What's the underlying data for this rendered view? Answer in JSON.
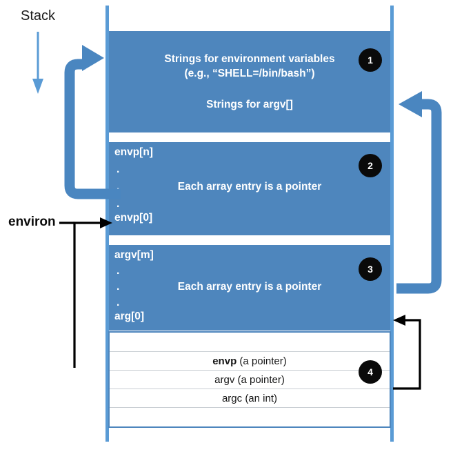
{
  "diagram": {
    "title": "Process stack layout: environment strings, envp[], argv[], and main() arguments",
    "stack_label": "Stack",
    "environ_label": "environ",
    "colors": {
      "block_fill": "#4e86bd",
      "rail": "#5a9bd5",
      "big_arrow": "#4a86c0",
      "thin_arrow": "#5a9bd5",
      "callout_circle": "#0a0a0a",
      "callout_text": "#ffffff",
      "table_border": "#4e86bd",
      "table_rule": "#c9ced3",
      "black_arrow": "#000000"
    },
    "blocks": [
      {
        "number": "1",
        "name": "strings-region",
        "lines": [
          "Strings for environment variables",
          "(e.g., “SHELL=/bin/bash”)"
        ],
        "line1": "Strings for environment variables",
        "line2": "(e.g., “SHELL=/bin/bash”)",
        "line3": "Strings for argv[]"
      },
      {
        "number": "2",
        "name": "envp-array",
        "top_label": "envp[n]",
        "bottom_label": "envp[0]",
        "center_text": "Each array entry is a pointer",
        "dots": [
          ".",
          ".",
          "."
        ]
      },
      {
        "number": "3",
        "name": "argv-array",
        "top_label": "argv[m]",
        "bottom_label": "arg[0]",
        "center_text": "Each array entry is a pointer",
        "dots": [
          ".",
          ".",
          "."
        ]
      }
    ],
    "main_args": {
      "number": "4",
      "name": "main-arguments-table",
      "rows": [
        {
          "bold": "envp",
          "rest": " (a pointer)"
        },
        {
          "bold": "",
          "rest": "argv (a pointer)"
        },
        {
          "bold": "",
          "rest": "argc (an int)"
        }
      ],
      "row_envp_bold": "envp",
      "row_envp_rest": " (a pointer)",
      "row_argv": "argv (a pointer)",
      "row_argc": "argc (an int)"
    },
    "callouts": [
      {
        "number": "1"
      },
      {
        "number": "2"
      },
      {
        "number": "3"
      },
      {
        "number": "4"
      }
    ],
    "arrows": [
      {
        "name": "stack-growth-arrow",
        "direction": "down",
        "style": "thin-blue"
      },
      {
        "name": "envp-strings-arrow",
        "from": "envp-array",
        "to": "strings-region",
        "style": "thick-blue-u"
      },
      {
        "name": "argv-strings-arrow",
        "from": "argv-array",
        "to": "strings-region",
        "style": "thick-blue-u"
      },
      {
        "name": "environ-pointer-arrow",
        "from": "environ-label",
        "to": "envp[0]",
        "style": "thin-black"
      },
      {
        "name": "argv-pointer-arrow",
        "from": "argv (a pointer)",
        "to": "arg[0]",
        "style": "thin-black"
      }
    ]
  }
}
